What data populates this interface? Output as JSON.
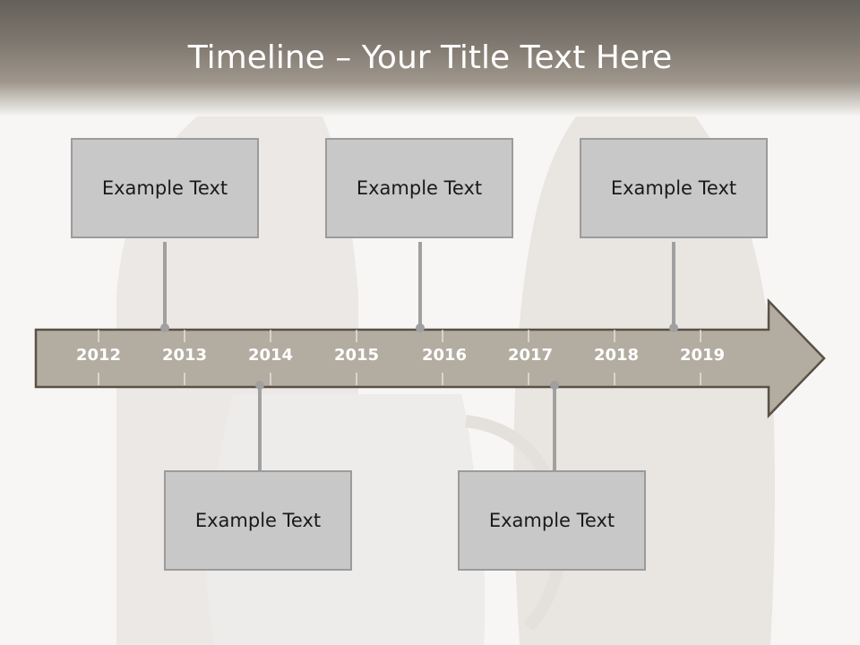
{
  "slide": {
    "title": "Timeline – Your Title Text Here"
  },
  "timeline": {
    "years": [
      "2012",
      "2013",
      "2014",
      "2015",
      "2016",
      "2017",
      "2018",
      "2019"
    ]
  },
  "events": [
    {
      "text": "Example Text"
    },
    {
      "text": "Example Text"
    },
    {
      "text": "Example Text"
    },
    {
      "text": "Example Text"
    },
    {
      "text": "Example Text"
    }
  ],
  "colors": {
    "header": "#6b655e",
    "arrow_fill": "#b3aca1",
    "arrow_stroke": "#5a5045",
    "box_fill": "#c8c8c8",
    "connector": "#a0a0a0"
  }
}
